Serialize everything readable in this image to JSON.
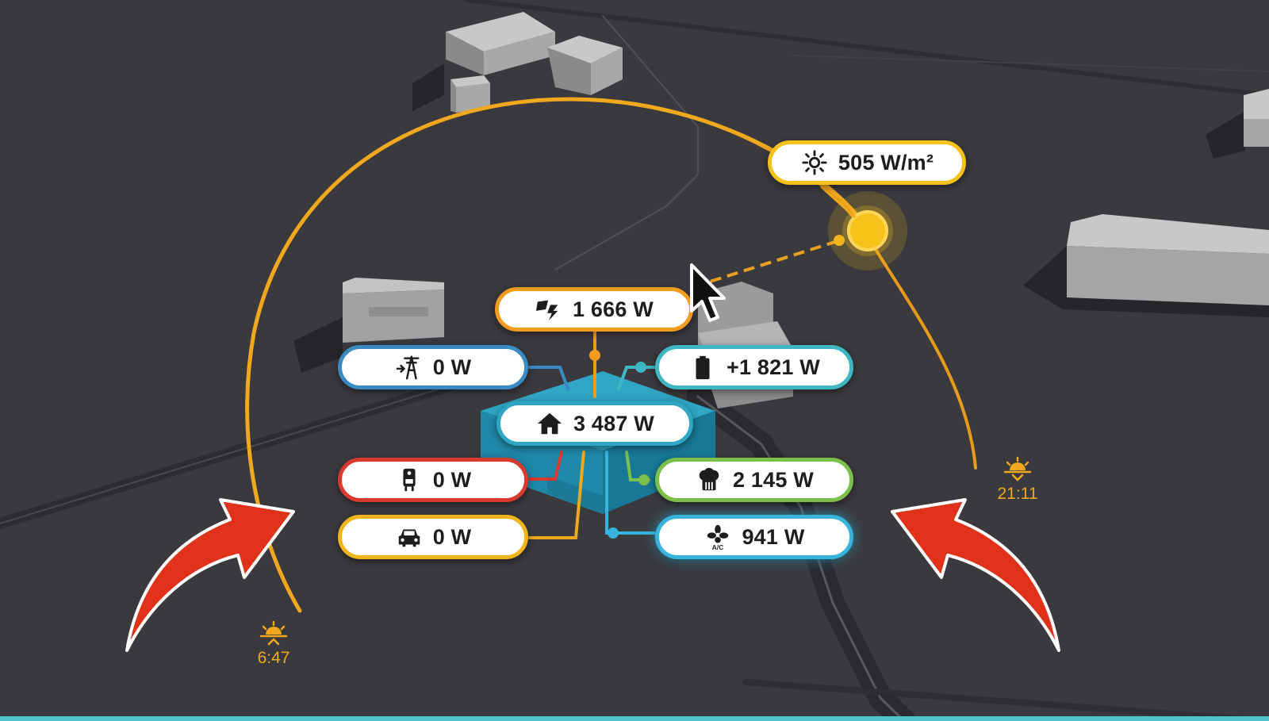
{
  "irradiance": {
    "value": "505 W/m²",
    "icon": "sun-icon"
  },
  "solar_production": {
    "value": "1 666 W",
    "icon": "solar-panel-icon"
  },
  "grid": {
    "value": "0 W",
    "icon": "power-grid-icon"
  },
  "battery": {
    "value": "+1 821 W",
    "icon": "battery-icon"
  },
  "home": {
    "value": "3 487 W",
    "icon": "home-icon"
  },
  "water_heater": {
    "value": "0 W",
    "icon": "water-heater-icon"
  },
  "cooking": {
    "value": "2 145 W",
    "icon": "chef-hat-icon"
  },
  "car": {
    "value": "0 W",
    "icon": "car-icon"
  },
  "air_conditioning": {
    "value": "941 W",
    "icon": "ac-fan-icon"
  },
  "sunrise": {
    "time": "6:47",
    "icon": "sunrise-icon"
  },
  "sunset": {
    "time": "21:11",
    "icon": "sunset-icon"
  },
  "colors": {
    "accent_orange": "#f29c1f",
    "sun_yellow": "#f3c21b",
    "grid_blue": "#3a8bc4",
    "battery_teal": "#3fb7c3",
    "heater_red": "#d93a30",
    "cooking_green": "#7cbf4a",
    "ac_cyan": "#38b4dc",
    "arrow_red": "#e0321a",
    "map_background": "#3a393d"
  }
}
